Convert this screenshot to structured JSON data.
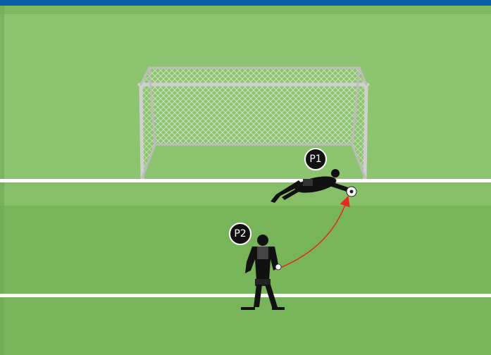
{
  "colors": {
    "top_bar": "#0b5fa5",
    "field_light": "#8dc470",
    "field_mid": "#86bf68",
    "field_dark": "#78b55a",
    "line": "#ffffff",
    "player": "#111111",
    "arrow": "#e02b20"
  },
  "players": [
    {
      "label": "P1",
      "role": "diving goalkeeper"
    },
    {
      "label": "P2",
      "role": "standing goalkeeper throwing ball"
    }
  ]
}
